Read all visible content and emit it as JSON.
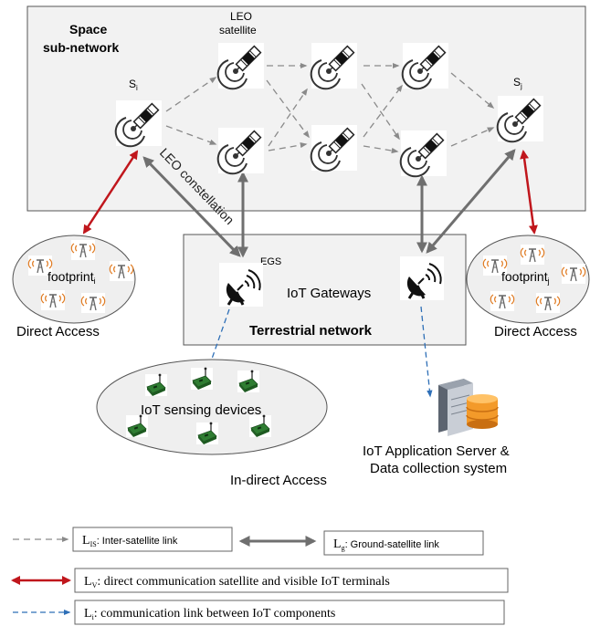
{
  "space_box": {
    "title_line1": "Space",
    "title_line2": "sub-network"
  },
  "leo_label": {
    "line1": "LEO",
    "line2": "satellite"
  },
  "sat_labels": {
    "si_main": "S",
    "si_sub": "i",
    "sj_main": "S",
    "sj_sub": "j"
  },
  "constellation_label": "LEO constellation",
  "terrestrial": {
    "egs_label": "EGS",
    "gateways_label": "IoT Gateways",
    "network_label": "Terrestrial network"
  },
  "footprint_left": {
    "main": "footprint",
    "sub": "i"
  },
  "footprint_right": {
    "main": "footprint",
    "sub": "j"
  },
  "direct_access_left": "Direct  Access",
  "direct_access_right": "Direct Access",
  "iot_devices_label": "IoT sensing devices",
  "indirect_access": "In-direct Access",
  "server": {
    "line1": "IoT Application Server &",
    "line2": "Data collection system"
  },
  "legend": {
    "inter_sym": "L",
    "inter_sub": "IS",
    "inter_text": ": Inter-satellite link",
    "ground_sym": "L",
    "ground_sub": "g",
    "ground_text": ": Ground-satellite link",
    "direct_sym": "L",
    "direct_sub": "V",
    "direct_text": ": direct communication satellite and visible IoT terminals",
    "iot_sym": "L",
    "iot_sub": "i",
    "iot_text": ": communication link between IoT components"
  },
  "colors": {
    "inter_link": "#8a8a8a",
    "ground_link": "#6f6f6f",
    "direct_link": "#c0161c",
    "iot_link": "#2e6fb7",
    "box_fill": "#f2f2f2",
    "ellipse_fill": "#efefef",
    "device_green": "#2f7d32"
  },
  "icons": [
    "satellite-icon",
    "dish-antenna-icon",
    "cell-tower-icon",
    "sensor-device-icon",
    "server-database-icon"
  ]
}
